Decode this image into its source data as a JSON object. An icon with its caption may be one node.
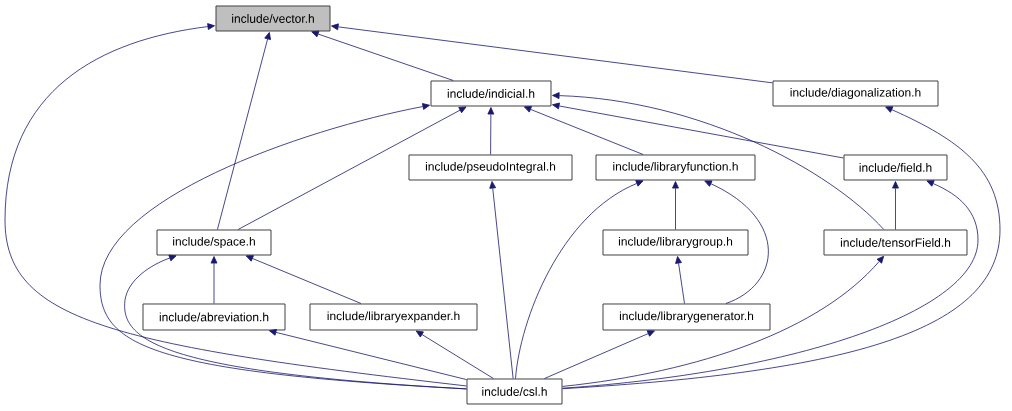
{
  "diagram": {
    "nodes": [
      {
        "text": [
          "include/vector.h"
        ]
      },
      {
        "text": [
          "include/indicial.h"
        ]
      },
      {
        "text": [
          "include/diagonalization.h"
        ]
      },
      {
        "text": [
          "include/pseudoIntegral.h"
        ]
      },
      {
        "text": [
          "include/libraryfunction.h"
        ]
      },
      {
        "text": [
          "include/field.h"
        ]
      },
      {
        "text": [
          "include/space.h"
        ]
      },
      {
        "text": [
          "include/librarygroup.h"
        ]
      },
      {
        "text": [
          "include/tensorField.h"
        ]
      },
      {
        "text": [
          "include/abreviation.h"
        ]
      },
      {
        "text": [
          "include/libraryexpander.h"
        ]
      },
      {
        "text": [
          "include/librarygenerator.h"
        ]
      },
      {
        "text": [
          "include/csl.h"
        ]
      }
    ],
    "edges": [
      {
        "from": 12,
        "to": 0,
        "arrow": "to"
      },
      {
        "from": 6,
        "to": 0,
        "arrow": "to"
      },
      {
        "from": 1,
        "to": 0,
        "arrow": "to"
      },
      {
        "from": 2,
        "to": 0,
        "arrow": "to"
      },
      {
        "from": 12,
        "to": 1,
        "arrow": "to"
      },
      {
        "from": 6,
        "to": 1,
        "arrow": "to"
      },
      {
        "from": 3,
        "to": 1,
        "arrow": "to"
      },
      {
        "from": 4,
        "to": 1,
        "arrow": "to"
      },
      {
        "from": 5,
        "to": 1,
        "arrow": "to"
      },
      {
        "from": 8,
        "to": 1,
        "arrow": "to"
      },
      {
        "from": 12,
        "to": 2,
        "arrow": "to"
      },
      {
        "from": 12,
        "to": 3,
        "arrow": "to"
      },
      {
        "from": 12,
        "to": 4,
        "arrow": "to"
      },
      {
        "from": 7,
        "to": 4,
        "arrow": "to"
      },
      {
        "from": 11,
        "to": 4,
        "arrow": "to"
      },
      {
        "from": 8,
        "to": 5,
        "arrow": "to"
      },
      {
        "from": 12,
        "to": 5,
        "arrow": "to"
      },
      {
        "from": 12,
        "to": 8,
        "arrow": "to"
      },
      {
        "from": 12,
        "to": 6,
        "arrow": "to"
      },
      {
        "from": 9,
        "to": 6,
        "arrow": "to"
      },
      {
        "from": 10,
        "to": 6,
        "arrow": "to"
      },
      {
        "from": 12,
        "to": 9,
        "arrow": "to"
      },
      {
        "from": 12,
        "to": 10,
        "arrow": "to"
      },
      {
        "from": 11,
        "to": 7,
        "arrow": "to"
      },
      {
        "from": 12,
        "to": 11,
        "arrow": "to"
      }
    ]
  }
}
